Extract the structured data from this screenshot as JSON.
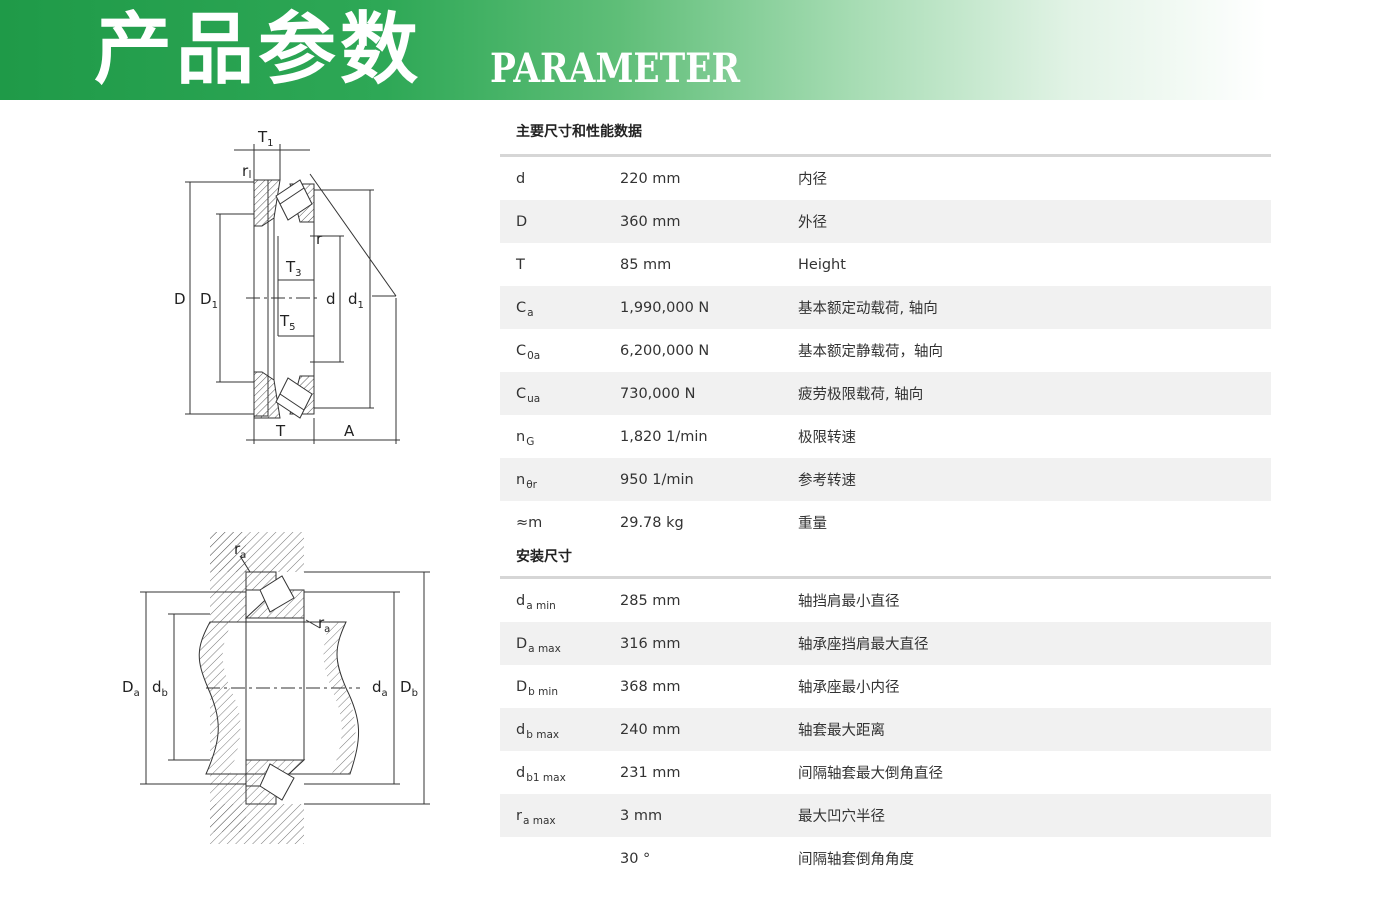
{
  "banner": {
    "title_cn": "产品参数",
    "title_en": "PARAMETER"
  },
  "drawing_top_labels": {
    "T1": "T",
    "T1_sub": "1",
    "r_top": "r",
    "r_mid": "r",
    "T3": "T",
    "T3_sub": "3",
    "T5": "T",
    "T5_sub": "5",
    "D": "D",
    "D1": "D",
    "D1_sub": "1",
    "d": "d",
    "d1": "d",
    "d1_sub": "1",
    "T": "T",
    "A": "A"
  },
  "drawing_bottom_labels": {
    "ra_top": "r",
    "ra_top_sub": "a",
    "ra_mid": "r",
    "ra_mid_sub": "a",
    "Da": "D",
    "Da_sub": "a",
    "db": "d",
    "db_sub": "b",
    "da": "d",
    "da_sub": "a",
    "Db": "D",
    "Db_sub": "b"
  },
  "section1": {
    "title": "主要尺寸和性能数据",
    "rows": [
      {
        "sym": "d",
        "sub": "",
        "value": "220 mm",
        "desc": "内径"
      },
      {
        "sym": "D",
        "sub": "",
        "value": "360 mm",
        "desc": "外径"
      },
      {
        "sym": "T",
        "sub": "",
        "value": "85 mm",
        "desc": "Height"
      },
      {
        "sym": "C",
        "sub": "a",
        "value": "1,990,000 N",
        "desc": "基本额定动载荷, 轴向"
      },
      {
        "sym": "C",
        "sub": "0a",
        "value": "6,200,000 N",
        "desc": "基本额定静载荷，轴向"
      },
      {
        "sym": "C",
        "sub": "ua",
        "value": "730,000 N",
        "desc": "疲劳极限载荷, 轴向"
      },
      {
        "sym": "n",
        "sub": "G",
        "value": "1,820 1/min",
        "desc": "极限转速"
      },
      {
        "sym": "n",
        "sub": "θr",
        "value": "950 1/min",
        "desc": "参考转速"
      },
      {
        "sym": "≈m",
        "sub": "",
        "value": "29.78 kg",
        "desc": "重量"
      }
    ]
  },
  "section2": {
    "title": "安装尺寸",
    "rows": [
      {
        "sym": "d",
        "sub": "a min",
        "value": "285 mm",
        "desc": "轴挡肩最小直径"
      },
      {
        "sym": "D",
        "sub": "a max",
        "value": "316 mm",
        "desc": "轴承座挡肩最大直径"
      },
      {
        "sym": "D",
        "sub": "b min",
        "value": "368 mm",
        "desc": "轴承座最小内径"
      },
      {
        "sym": "d",
        "sub": "b max",
        "value": "240 mm",
        "desc": "轴套最大距离"
      },
      {
        "sym": "d",
        "sub": "b1 max",
        "value": "231 mm",
        "desc": "间隔轴套最大倒角直径"
      },
      {
        "sym": "r",
        "sub": "a max",
        "value": "3 mm",
        "desc": "最大凹穴半径"
      },
      {
        "sym": "",
        "sub": "",
        "value": "30 °",
        "desc": "间隔轴套倒角角度"
      }
    ]
  }
}
